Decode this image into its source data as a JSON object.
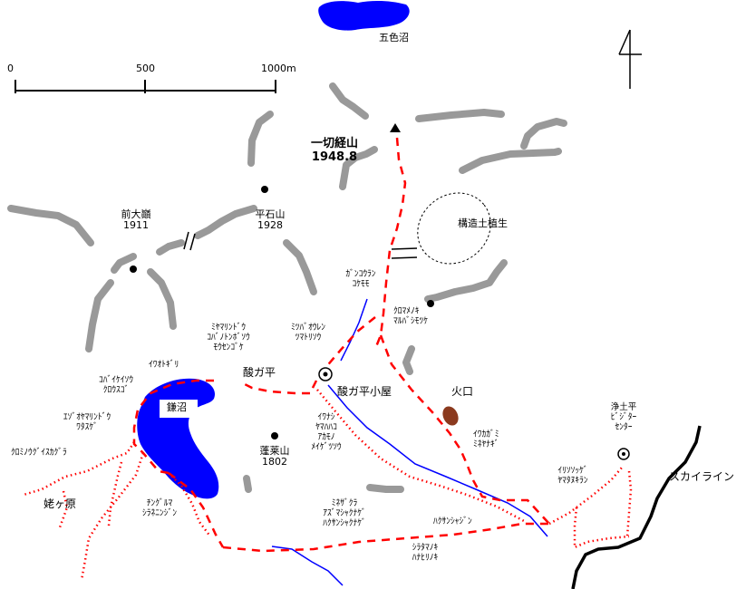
{
  "scale_bar": {
    "ticks": [
      "0",
      "500",
      "1000m"
    ]
  },
  "north_arrow": {
    "glyph": "4"
  },
  "places": {
    "goshiki_numa": "五色沼",
    "issaikyo": {
      "name": "一切経山",
      "elev": "1948.8"
    },
    "maeo": {
      "name": "前大巓",
      "elev": "1911"
    },
    "hiraishi": {
      "name": "平石山",
      "elev": "1928"
    },
    "kozo_dosyokusei": "構造土植生",
    "gankouran": "ｶﾞﾝｺｳﾗﾝ\nｺｹﾓﾓ",
    "kuromamenoki": "ｸﾛﾏﾒﾉｷ\nﾏﾙﾊﾞｼﾓﾂｹ",
    "miyamarindo": "ﾐﾔﾏﾘﾝﾄﾞｳ\nｺﾊﾞﾉﾄﾝﾎﾞｿｳ\nﾓｳｾﾝｺﾞｹ",
    "mitsubaoren": "ﾐﾂﾊﾞｵｳﾚﾝ\nﾂﾏﾄﾘｿｳ",
    "iwaotogiri": "ｲﾜｵﾄｷﾞﾘ",
    "sukagadaira": "酸ガ平",
    "kobaikeisou": "ｺﾊﾞｲｹｲｿｳ\nｸﾛｳｽｺﾞ",
    "kamanuma": "鎌沼",
    "sukagadaira_hut": "酸ガ平小屋",
    "kakou": "火口",
    "ezoomamarindo": "ｴｿﾞｵﾔﾏﾘﾝﾄﾞｳ\nﾜﾀｽｹﾞ",
    "iwanashi": "ｲﾜﾅｼ\nﾔﾏﾊﾊｺ\nｱｶﾓﾉ\nﾒｲｹﾞﾂｿｳ",
    "horaisan": {
      "name": "蓬莱山",
      "elev": "1802"
    },
    "iwakagami": "ｲﾜｶｶﾞﾐ\nﾐﾈﾔﾅｷﾞ",
    "jododaira": "浄土平\nﾋﾞｼﾞﾀｰ\nｾﾝﾀｰ",
    "kuromino": "ｸﾛﾐﾉｳｸﾞｲｽｶｸﾞﾗ",
    "ubagahara": "姥ヶ原",
    "chinguruma": "ﾁﾝｸﾞﾙﾏ\nｼﾗﾈﾆﾝｼﾞﾝ",
    "minezakura": "ﾐﾈｻﾞｸﾗ\nｱｽﾞﾏｼｬｸﾅｹﾞ\nﾊｸｻﾝｼｬｸﾅｹﾞ",
    "hakusanshajin": "ﾊｸｻﾝｼｬｼﾞﾝ",
    "irizossuge": "ｲﾘｿｿｯｹﾞ\nﾔﾏﾀﾇｷﾗﾝ",
    "skyline": "スカイライン",
    "shiratamanoki": "ｼﾗﾀﾏﾉｷ\nﾊﾅﾋﾘﾉｷ"
  },
  "colors": {
    "ridge": "#999999",
    "trail": "#ff0000",
    "water": "#0000ff",
    "road": "#000000",
    "crater": "#8b3a1e"
  }
}
